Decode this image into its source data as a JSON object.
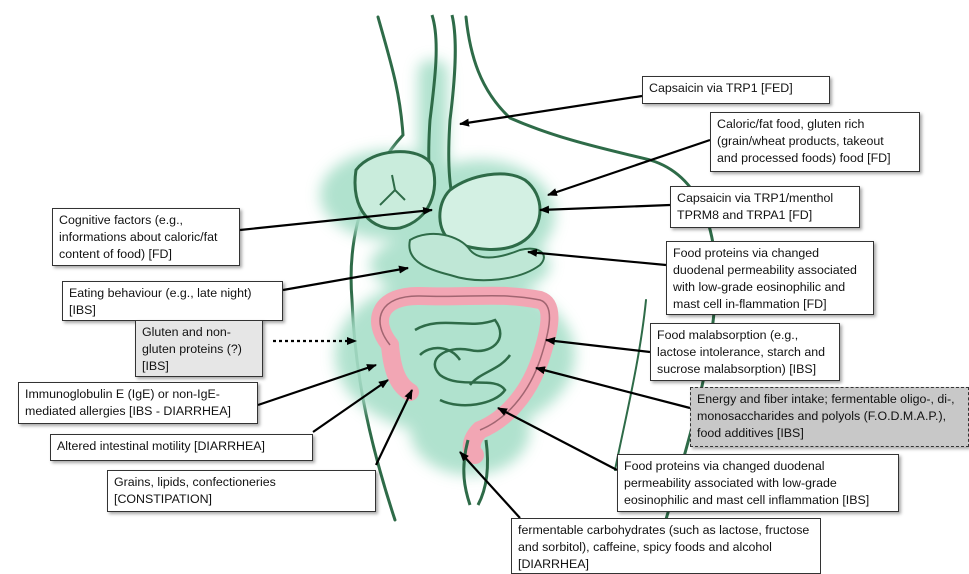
{
  "labels": {
    "capsaicin_trp1": "Capsaicin via TRP1  [FED]",
    "caloric_fat_food": "Caloric/fat food, gluten rich\n(grain/wheat products, takeout\nand processed foods) food [FD]",
    "capsaicin_menthol": "Capsaicin via TRP1/menthol\nTPRM8 and TRPA1  [FD]",
    "food_proteins_fd": "Food proteins via changed\nduodenal permeability associated\nwith low-grade eosinophilic and\nmast cell in-flammation  [FD]",
    "food_malabsorption": "Food malabsorption (e.g.,\nlactose intolerance, starch and\nsucrose malabsorption) [IBS]",
    "energy_fiber": "Energy and fiber intake; fermentable oligo-, di-,\nmonosaccharides and polyols (F.O.D.M.A.P.),\nfood additives [IBS]",
    "food_proteins_ibs": "Food proteins via changed duodenal\npermeability associated with low-grade\neosinophilic and mast cell inflammation  [IBS]",
    "fermentable_carbs": "fermentable carbohydrates (such as lactose, fructose\nand sorbitol), caffeine, spicy foods and alcohol\n[DIARRHEA]",
    "cognitive_factors": "Cognitive factors (e.g.,\ninformations about caloric/fat\ncontent of food) [FD]",
    "eating_behaviour": "Eating behaviour (e.g., late night)\n[IBS]",
    "gluten": "Gluten and non-\ngluten proteins (?)\n[IBS]",
    "immunoglobulin": "Immunoglobulin E (IgE) or non-IgE-\nmediated allergies [IBS - DIARRHEA]",
    "altered_motility": "Altered intestinal motility [DIARRHEA]",
    "grains_lipids": "Grains, lipids, confectioneries\n[CONSTIPATION]"
  },
  "colors": {
    "outline": "#2e6b48",
    "glow": "#a8dfc9",
    "colon": "#f2a6b4",
    "arrow": "#000000"
  }
}
